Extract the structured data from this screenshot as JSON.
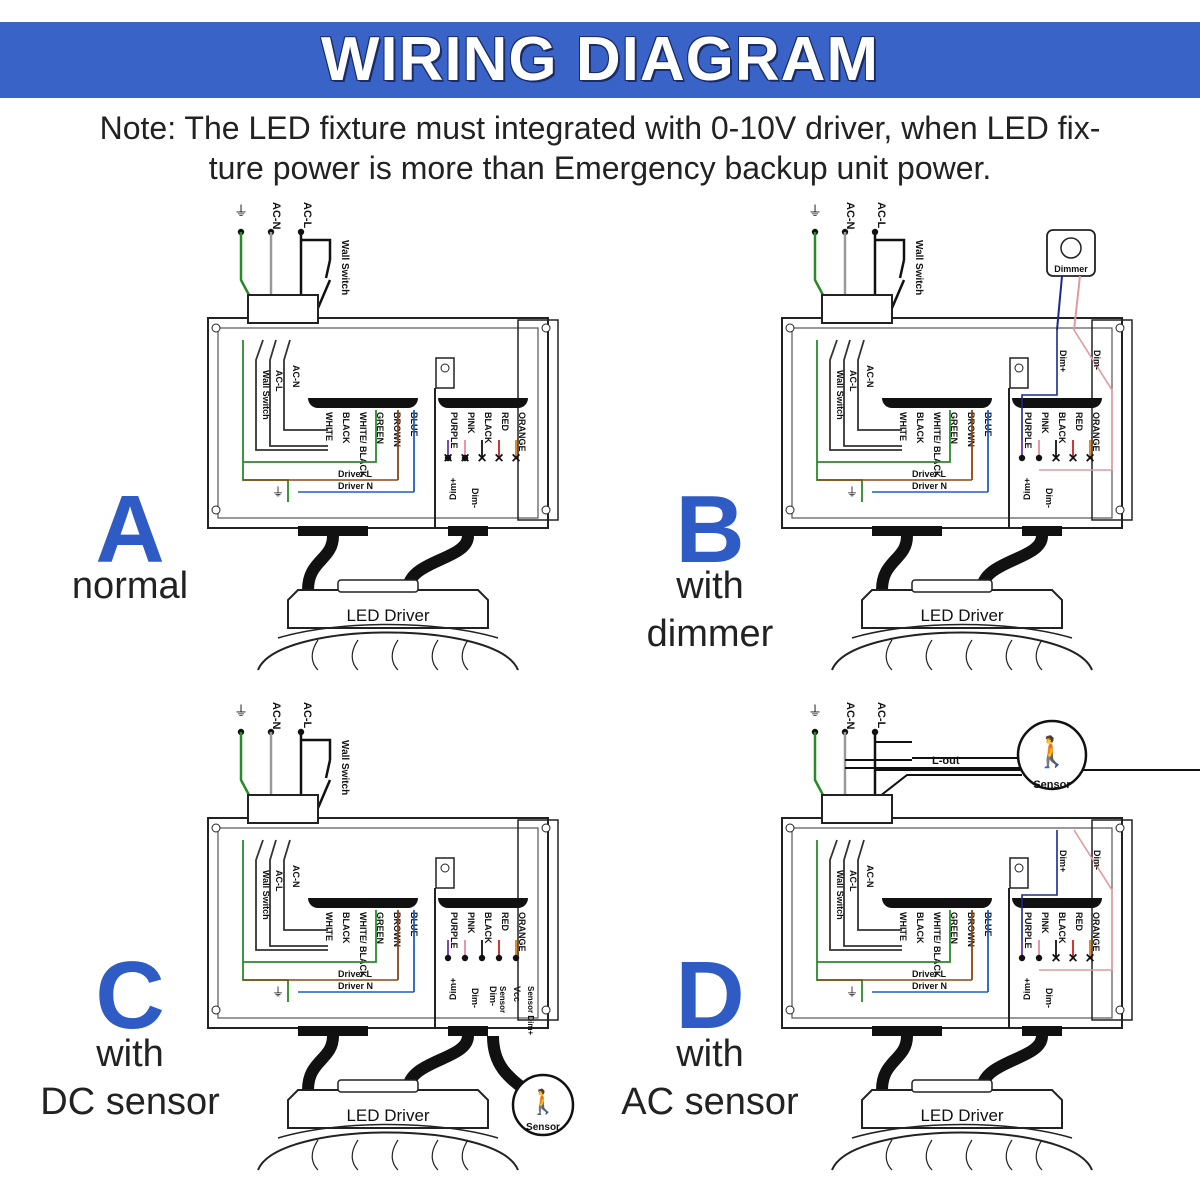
{
  "title": "WIRING DIAGRAM",
  "note": "Note: The LED fixture must integrated with 0-10V driver, when LED fixture power is more than Emergency backup unit power.",
  "note_lines": [
    "Note: The LED fixture must integrated with 0-10V driver, when LED fix-",
    "ture power is more than Emergency backup unit power."
  ],
  "colors": {
    "banner": "#3a63c8",
    "letter": "#2f5bc4",
    "green_wire": "#2a8a2a",
    "brown_wire": "#8b4513",
    "blue_wire": "#1f5fbf",
    "red_wire": "#d02020",
    "pink_wire": "#e88aa0",
    "orange_wire": "#e07a10",
    "purple_wire": "#6a3aa0"
  },
  "labels": {
    "ground_symbol": "⏚",
    "ac_n": "AC-N",
    "ac_l": "AC-L",
    "wall_switch": "Wall Switch",
    "led_driver": "LED Driver",
    "driver_l": "Driver L",
    "driver_n": "Driver N",
    "dim_plus": "Dim+",
    "dim_minus": "Dim-",
    "dimmer": "Dimmer",
    "sensor": "Sensor",
    "l_out": "L-out",
    "vcc": "Vcc",
    "sensor_dim_minus": "Sensor Dim-",
    "sensor_dim_plus": "Sensor Dim+"
  },
  "left_terminal_wires": [
    "WHITE",
    "BLACK",
    "WHITE/ BLACK",
    "GREEN",
    "BROWN",
    "BLUE"
  ],
  "right_terminal_wires": [
    "PURPLE",
    "PINK",
    "BLACK",
    "RED",
    "ORANGE"
  ],
  "panels": [
    {
      "id": "A",
      "letter": "A",
      "caption": [
        "normal"
      ]
    },
    {
      "id": "B",
      "letter": "B",
      "caption": [
        "with",
        "dimmer"
      ]
    },
    {
      "id": "C",
      "letter": "C",
      "caption": [
        "with",
        "DC sensor"
      ]
    },
    {
      "id": "D",
      "letter": "D",
      "caption": [
        "with",
        "AC sensor"
      ]
    }
  ]
}
